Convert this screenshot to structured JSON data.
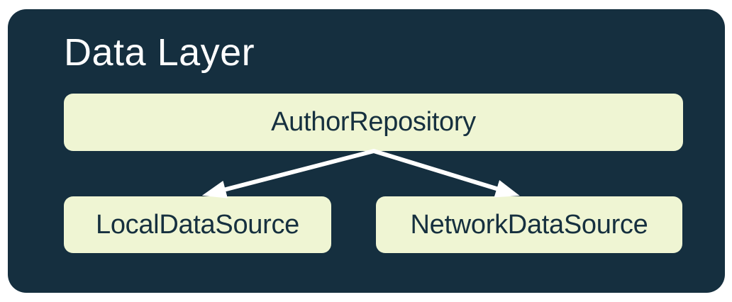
{
  "diagram": {
    "title": "Data Layer",
    "nodes": [
      {
        "id": "author-repository",
        "label": "AuthorRepository"
      },
      {
        "id": "local-data-source",
        "label": "LocalDataSource"
      },
      {
        "id": "network-data-source",
        "label": "NetworkDataSource"
      }
    ],
    "edges": [
      {
        "from": "AuthorRepository",
        "to": "LocalDataSource",
        "style": "arrow"
      },
      {
        "from": "AuthorRepository",
        "to": "NetworkDataSource",
        "style": "arrow"
      }
    ],
    "colors": {
      "page_background": "#ffffff",
      "panel_background": "#152f3f",
      "node_background": "#eff5d3",
      "node_text": "#16303f",
      "title_text": "#ffffff",
      "arrow": "#ffffff"
    }
  }
}
